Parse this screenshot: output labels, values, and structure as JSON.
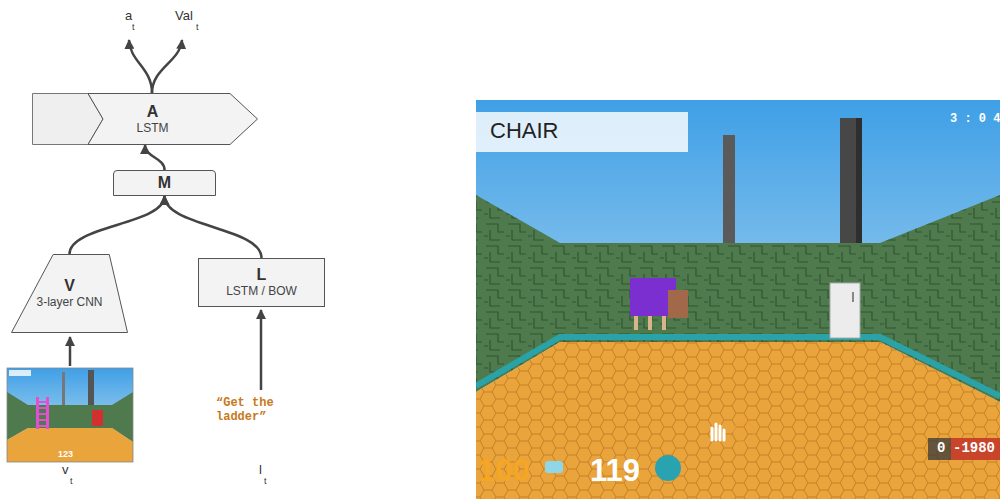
{
  "diagram": {
    "nodes": [
      {
        "text": [
          "A",
          "LSTM"
        ]
      },
      {
        "text": [
          "M"
        ]
      },
      {
        "text": [
          "V",
          "3-layer CNN"
        ]
      },
      {
        "text": [
          "L",
          "LSTM / BOW"
        ]
      }
    ],
    "edges": [
      {
        "from": 2,
        "to": 1,
        "arrow": "to"
      },
      {
        "from": 3,
        "to": 1,
        "arrow": "to"
      },
      {
        "from": 1,
        "to": 0,
        "arrow": "to"
      }
    ],
    "labels": [
      "a",
      "t",
      "Val",
      "t",
      "v",
      "t",
      "l",
      "t",
      "“Get the ladder”",
      "123",
      "CHAIR",
      "3 : 0 4",
      "0",
      "-1980",
      "100",
      "119"
    ]
  }
}
